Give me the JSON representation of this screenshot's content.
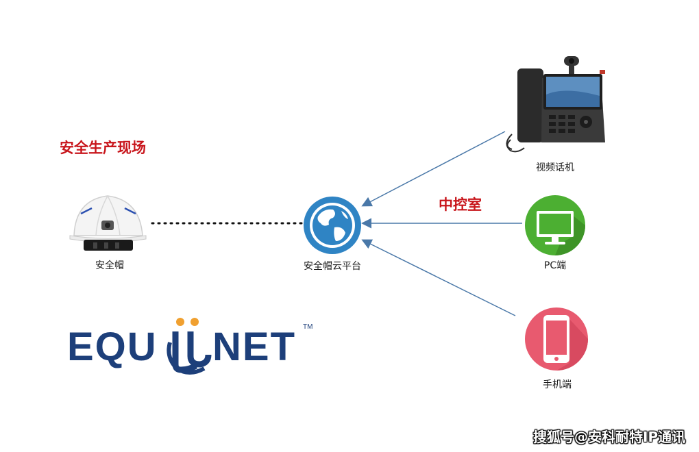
{
  "site_title": "安全生产现场",
  "control_room_title": "中控室",
  "nodes": {
    "helmet": "安全帽",
    "cloud": "安全帽云平台",
    "phone": "视频话机",
    "pc": "PC端",
    "mobile": "手机端"
  },
  "logo": {
    "text": "EQUIINET",
    "trademark": "TM"
  },
  "watermark": "搜狐号@安科耐特IP通讯",
  "colors": {
    "title_red": "#c8151b",
    "cloud_blue": "#2f84c4",
    "pc_green": "#4caf32",
    "mobile_pink": "#e85a6f",
    "arrow": "#4a78a8",
    "logo_blue": "#1d3f7a",
    "logo_orange": "#f0a030"
  },
  "icons": [
    "helmet-icon",
    "globe-icon",
    "video-phone-icon",
    "monitor-icon",
    "smartphone-icon"
  ]
}
